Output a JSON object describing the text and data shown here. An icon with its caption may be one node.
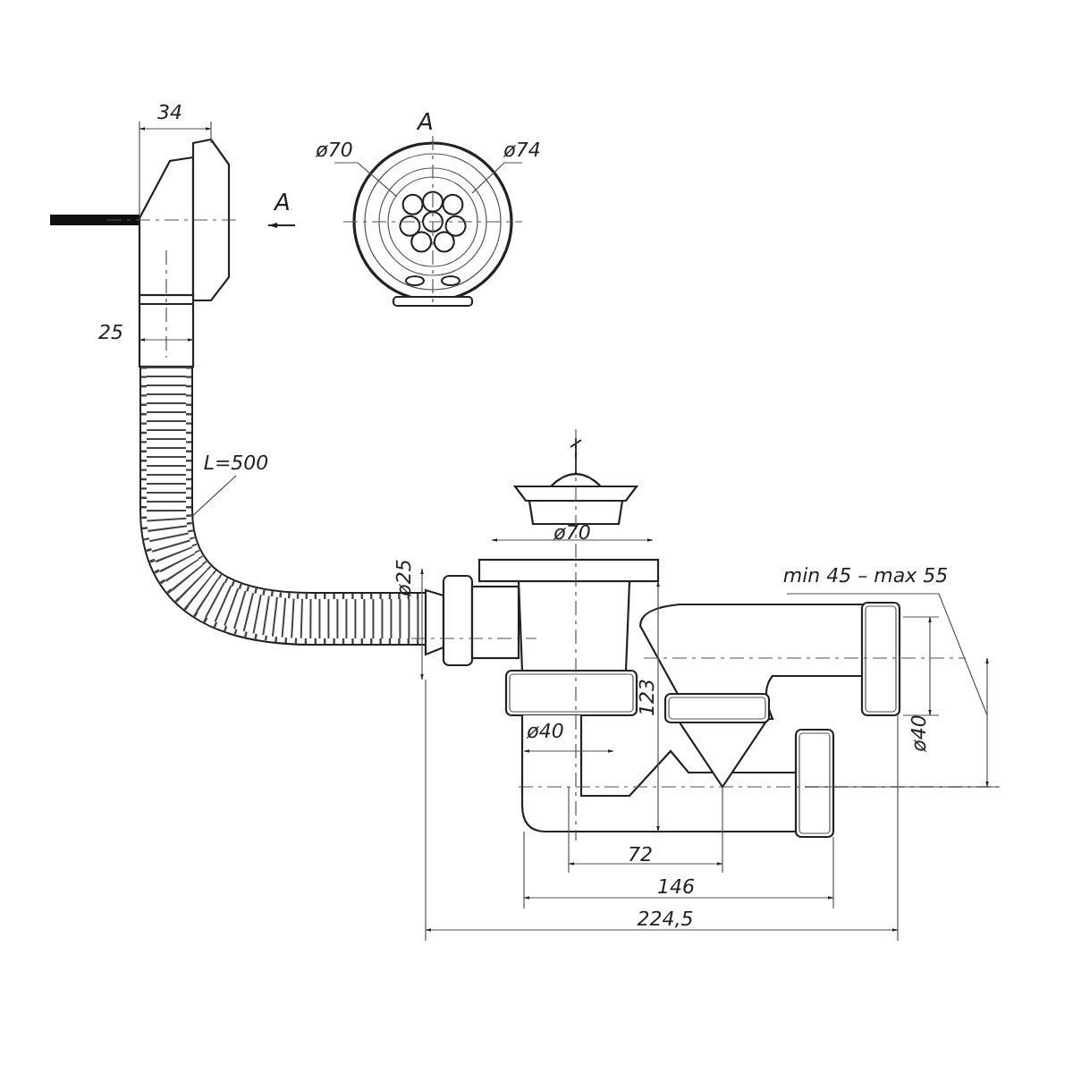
{
  "diagram": {
    "nodes": [
      {
        "text": [
          "ø70"
        ]
      },
      {
        "text": [
          "ø74"
        ]
      },
      {
        "text": [
          "L=500"
        ]
      }
    ],
    "edges": [
      {
        "from": 0,
        "to": null,
        "arrow": "none"
      },
      {
        "from": 1,
        "to": null,
        "arrow": "none"
      },
      {
        "from": 2,
        "to": null,
        "arrow": "none"
      }
    ],
    "labels": [
      "34",
      "A",
      "A",
      "25",
      "ø70",
      "ø25",
      "min 45 – max 55",
      "123",
      "ø40",
      "ø40",
      "72",
      "146",
      "224,5"
    ]
  }
}
